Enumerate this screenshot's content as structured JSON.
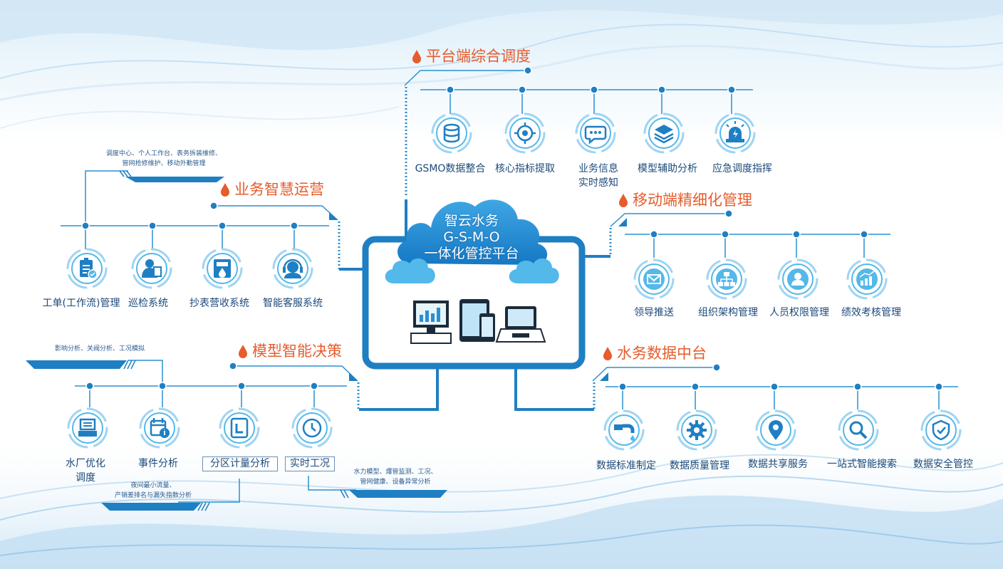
{
  "colors": {
    "accent": "#e65c2c",
    "primary": "#1f7fc3",
    "line": "#2b8fd0",
    "text": "#1c4a7a",
    "light": "#53b8ea"
  },
  "center": {
    "line1": "智云水务",
    "line2": "G-S-M-O",
    "line3": "一体化管控平台"
  },
  "sections": {
    "platform": {
      "title": "平台端综合调度",
      "items": [
        {
          "label": "GSMO数据整合",
          "icon": "database-icon"
        },
        {
          "label": "核心指标提取",
          "icon": "target-icon"
        },
        {
          "label": "业务信息",
          "label2": "实时感知",
          "icon": "chat-bubble-icon"
        },
        {
          "label": "模型辅助分析",
          "icon": "layers-icon"
        },
        {
          "label": "应急调度指挥",
          "icon": "alarm-light-icon"
        }
      ]
    },
    "business": {
      "title": "业务智慧运营",
      "note1": "调度中心、个人工作台、表务拆装维修、",
      "note2": "管网抢修维护、移动外勤管理",
      "items": [
        {
          "label": "工单(工作流)管理",
          "icon": "work-order-icon"
        },
        {
          "label": "巡检系统",
          "icon": "inspector-icon"
        },
        {
          "label": "抄表营收系统",
          "icon": "water-meter-icon"
        },
        {
          "label": "智能客服系统",
          "icon": "headset-icon"
        }
      ]
    },
    "mobile": {
      "title": "移动端精细化管理",
      "items": [
        {
          "label": "领导推送",
          "icon": "envelope-icon"
        },
        {
          "label": "组织架构管理",
          "icon": "org-chart-icon"
        },
        {
          "label": "人员权限管理",
          "icon": "user-icon"
        },
        {
          "label": "绩效考核管理",
          "icon": "growth-chart-icon"
        }
      ]
    },
    "model": {
      "title": "模型智能决策",
      "note_top": "影响分析、关阀分析、工况模拟",
      "note_left1": "夜间最小流量、",
      "note_left2": "产销差排名与漏失指数分析",
      "note_right1": "水力模型、爆管监测、工况、",
      "note_right2": "管网健康、设备异常分析",
      "items": [
        {
          "label": "水厂优化",
          "label2": "调度",
          "icon": "water-plant-icon"
        },
        {
          "label": "事件分析",
          "icon": "calendar-info-icon"
        },
        {
          "label": "分区计量分析",
          "icon": "district-meter-icon"
        },
        {
          "label": "实时工况",
          "icon": "clock-icon"
        }
      ]
    },
    "data": {
      "title": "水务数据中台",
      "items": [
        {
          "label": "数据标准制定",
          "icon": "faucet-icon"
        },
        {
          "label": "数据质量管理",
          "icon": "gear-icon"
        },
        {
          "label": "数据共享服务",
          "icon": "location-pin-icon"
        },
        {
          "label": "一站式智能搜索",
          "icon": "search-icon"
        },
        {
          "label": "数据安全管控",
          "icon": "shield-check-icon"
        }
      ]
    }
  }
}
